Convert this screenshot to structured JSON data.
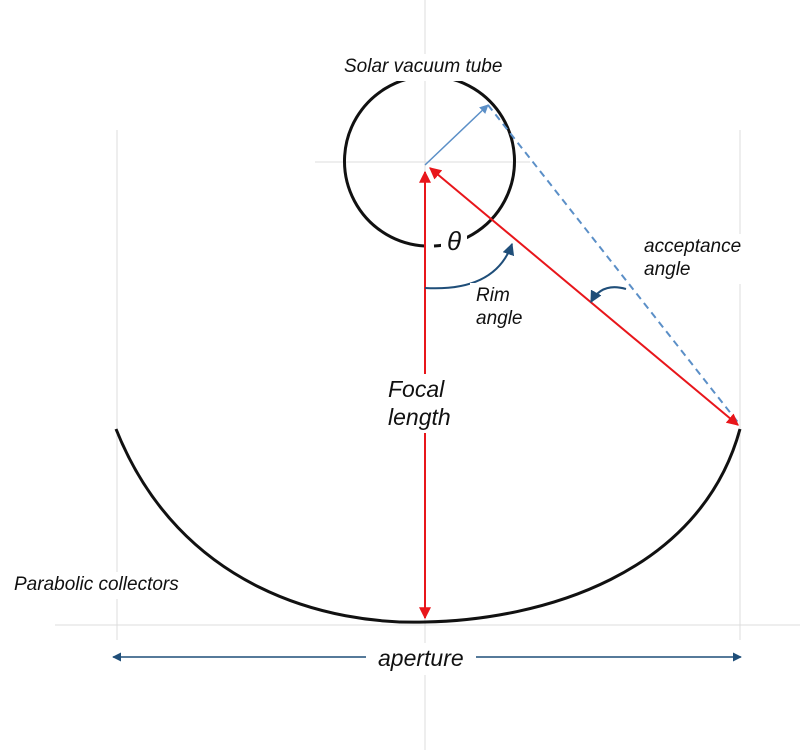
{
  "labels": {
    "tube": "Solar vacuum tube",
    "theta": "θ",
    "rim_line1": "Rim",
    "rim_line2": "angle",
    "acceptance_line1": "acceptance",
    "acceptance_line2": "angle",
    "focal_line1": "Focal",
    "focal_line2": "length",
    "collectors": "Parabolic collectors",
    "aperture": "aperture"
  },
  "colors": {
    "curve": "#111111",
    "ray": "#e8161b",
    "accent_blue": "#5b8fc7",
    "dark_blue": "#1f4e79",
    "guide": "#dcdcdc"
  }
}
